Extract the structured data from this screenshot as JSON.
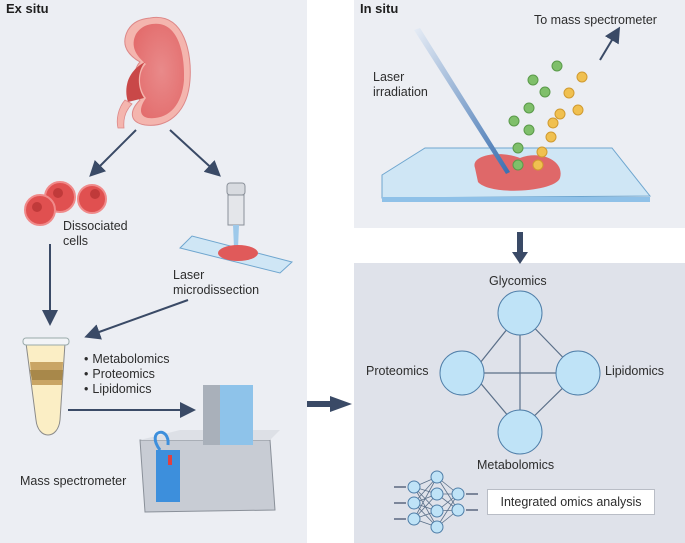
{
  "panels": {
    "ex_situ": {
      "title": "Ex situ",
      "organ": "kidney-icon",
      "dissociated_label_1": "Dissociated",
      "dissociated_label_2": "cells",
      "lmd_label_1": "Laser",
      "lmd_label_2": "microdissection",
      "omics_list": [
        "Metabolomics",
        "Proteomics",
        "Lipidomics"
      ],
      "ms_label": "Mass spectrometer"
    },
    "in_situ": {
      "title": "In situ",
      "laser_label_1": "Laser",
      "laser_label_2": "irradiation",
      "ms_label": "To mass spectrometer"
    },
    "integration": {
      "nodes": {
        "top": "Glycomics",
        "left": "Proteomics",
        "right": "Lipidomics",
        "bottom": "Metabolomics"
      },
      "result_label": "Integrated omics analysis"
    }
  },
  "colors": {
    "panel_bg": "#eceef3",
    "omics_bg": "#dfe2ea",
    "arrow": "#3a4a66",
    "node_fill": "#bfe3f7",
    "node_stroke": "#4f7ea8",
    "tissue": "#e05a5a",
    "green_particle": "#7fbf6a",
    "yellow_particle": "#f0c050",
    "slide": "#cfe6f5"
  }
}
